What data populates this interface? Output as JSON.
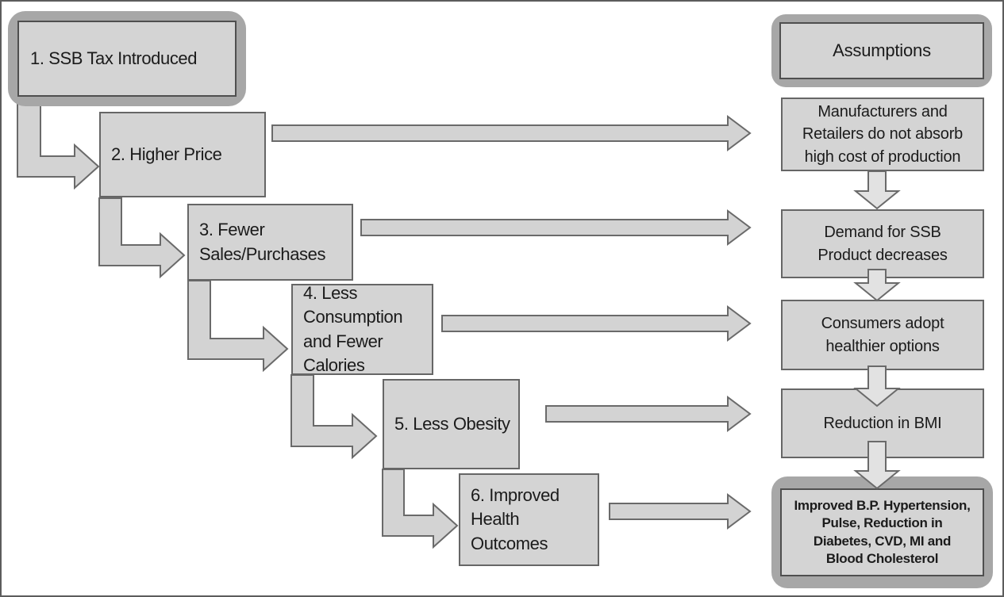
{
  "figure": {
    "title": "SSB tax logic model flowchart",
    "left_flow": [
      {
        "label": "1. SSB Tax Introduced"
      },
      {
        "label": "2. Higher Price"
      },
      {
        "label": "3. Fewer\nSales/Purchases"
      },
      {
        "label": "4. Less\nConsumption\nand Fewer\nCalories"
      },
      {
        "label": "5. Less Obesity"
      },
      {
        "label": "6. Improved\nHealth\nOutcomes"
      }
    ],
    "right_column": {
      "header": "Assumptions",
      "boxes": [
        "Manufacturers and\nRetailers do not absorb\nhigh cost of production",
        "Demand for SSB\nProduct decreases",
        "Consumers adopt\nhealthier options",
        "Reduction in BMI",
        "Improved B.P. Hypertension,\nPulse, Reduction in\nDiabetes, CVD, MI and\nBlood Cholesterol"
      ]
    },
    "colors": {
      "box_fill": "#d4d4d4",
      "box_border": "#666666",
      "band": "#a7a7a7",
      "band_inner_border": "#4f4f4f",
      "arrow_fill": "#d3d3d3",
      "arrow_stroke": "#6a6a6a",
      "down_arrow_fill": "#e2e2e2",
      "text": "#1b1b1b",
      "frame": "#5d5d5d",
      "background": "#ffffff"
    }
  }
}
